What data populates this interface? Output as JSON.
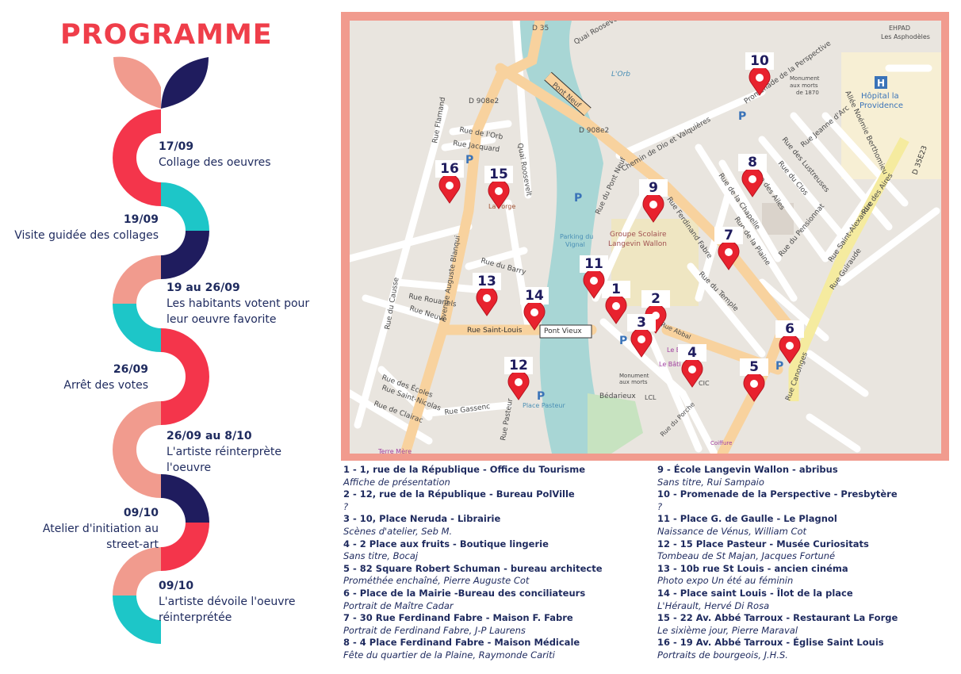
{
  "title": "PROGRAMME",
  "colors": {
    "red": "#f4354b",
    "pink": "#f19b8e",
    "teal": "#1dc6c8",
    "navy": "#1f1c5e"
  },
  "timeline": [
    {
      "date": "17/09",
      "lines": [
        "Collage des oeuvres"
      ]
    },
    {
      "date": "19/09",
      "lines": [
        "Visite guidée des collages"
      ]
    },
    {
      "date": "19 au 26/09",
      "lines": [
        "Les habitants votent pour",
        "leur oeuvre favorite"
      ]
    },
    {
      "date": "26/09",
      "lines": [
        "Arrêt des votes"
      ]
    },
    {
      "date": "26/09 au 8/10",
      "lines": [
        "L'artiste réinterprète",
        "l'oeuvre"
      ]
    },
    {
      "date": "09/10",
      "lines": [
        "Atelier d'initiation au",
        "street-art"
      ]
    },
    {
      "date": "09/10",
      "lines": [
        "L'artiste dévoile l'oeuvre",
        "réinterprétée"
      ]
    }
  ],
  "map": {
    "streets": [
      "Quai Roosevelt",
      "D 35",
      "D 908e2",
      "Pont Neuf",
      "L'Orb",
      "Rue Flamand",
      "Rue de l'Orb",
      "Rue Jacquard",
      "Rue du Barry",
      "Avenue Auguste Blanqui",
      "Rue Rouanels",
      "Rue Neuve",
      "Rue du Causse",
      "Rue Saint-Louis",
      "Pont Vieux",
      "Rue des Écoles",
      "Rue Saint-Nicolas",
      "Rue de Clairac",
      "Rue Gassenc",
      "Rue Pasteur",
      "Place Pasteur",
      "Rue du Pont Neuf",
      "Chemin de Dio et Valquières",
      "Promenade de la Perspective",
      "Rue Ferdinand Fabre",
      "Groupe Scolaire Langevin Wallon",
      "Parking du Vignal",
      "Rue de la Chapelle",
      "Rue de la Plaine",
      "Rue des Lustreuses",
      "Rue du Clos",
      "Rue Jeanne d'Arc",
      "Allée Noémie Berthomieu",
      "Rue Saint-Alexandre",
      "Rue Guiraude",
      "Rue Canonges",
      "Rue du Temple",
      "Rue du Pensionnat",
      "Rue des Aires",
      "Rue des Ailes",
      "D 35E23",
      "Hôpital la Providence",
      "EHPAD Les Asphodèles",
      "Monument aux morts de 1870",
      "Monument aux morts",
      "Bédarieux",
      "La Forge",
      "Terre Mère",
      "Rue Abbal",
      "Le Bâti",
      "CIC",
      "LCL",
      "Coiffure",
      "Rue du Porche",
      "Le Bal"
    ],
    "markers": [
      "1",
      "2",
      "3",
      "4",
      "5",
      "6",
      "7",
      "8",
      "9",
      "10",
      "11",
      "12",
      "13",
      "14",
      "15",
      "16"
    ]
  },
  "legend_left": [
    {
      "loc": "1 - 1, rue de la République - Office du Tourisme",
      "work": "Affiche de présentation"
    },
    {
      "loc": "2 - 12, rue de la République - Bureau PolVille",
      "work": "?"
    },
    {
      "loc": "3 - 10, Place Neruda - Librairie",
      "work": "Scènes d'atelier, Seb M."
    },
    {
      "loc": "4 - 2 Place aux fruits - Boutique lingerie",
      "work": "Sans titre, Bocaj"
    },
    {
      "loc": "5 - 82 Square Robert Schuman - bureau architecte",
      "work": "Prométhée enchaîné, Pierre Auguste Cot"
    },
    {
      "loc": "6 - Place de la Mairie -Bureau des conciliateurs",
      "work": "Portrait de Maître Cadar"
    },
    {
      "loc": "7 - 30 Rue Ferdinand Fabre - Maison F. Fabre",
      "work": "Portrait de Ferdinand Fabre, J-P Laurens"
    },
    {
      "loc": "8 - 4 Place Ferdinand Fabre - Maison Médicale",
      "work": "Fête du quartier de la Plaine, Raymonde Cariti"
    }
  ],
  "legend_right": [
    {
      "loc": "9 - École Langevin Wallon - abribus",
      "work": "Sans titre, Rui Sampaio"
    },
    {
      "loc": "10 - Promenade de la Perspective - Presbytère",
      "work": "?"
    },
    {
      "loc": "11 - Place G. de Gaulle - Le Plagnol",
      "work": "Naissance de Vénus, William Cot"
    },
    {
      "loc": "12 - 15 Place Pasteur - Musée Curiositats",
      "work": "Tombeau de St Majan, Jacques Fortuné"
    },
    {
      "loc": "13 - 10b rue St Louis - ancien cinéma",
      "work": "Photo expo Un été au féminin"
    },
    {
      "loc": "14 - Place saint Louis - Îlot de la place",
      "work": "L'Hérault, Hervé Di Rosa"
    },
    {
      "loc": "15 - 22 Av. Abbé Tarroux - Restaurant La Forge",
      "work": "Le sixième jour, Pierre Maraval"
    },
    {
      "loc": "16 - 19 Av. Abbé Tarroux - Église Saint Louis",
      "work": "Portraits de bourgeois, J.H.S."
    }
  ]
}
